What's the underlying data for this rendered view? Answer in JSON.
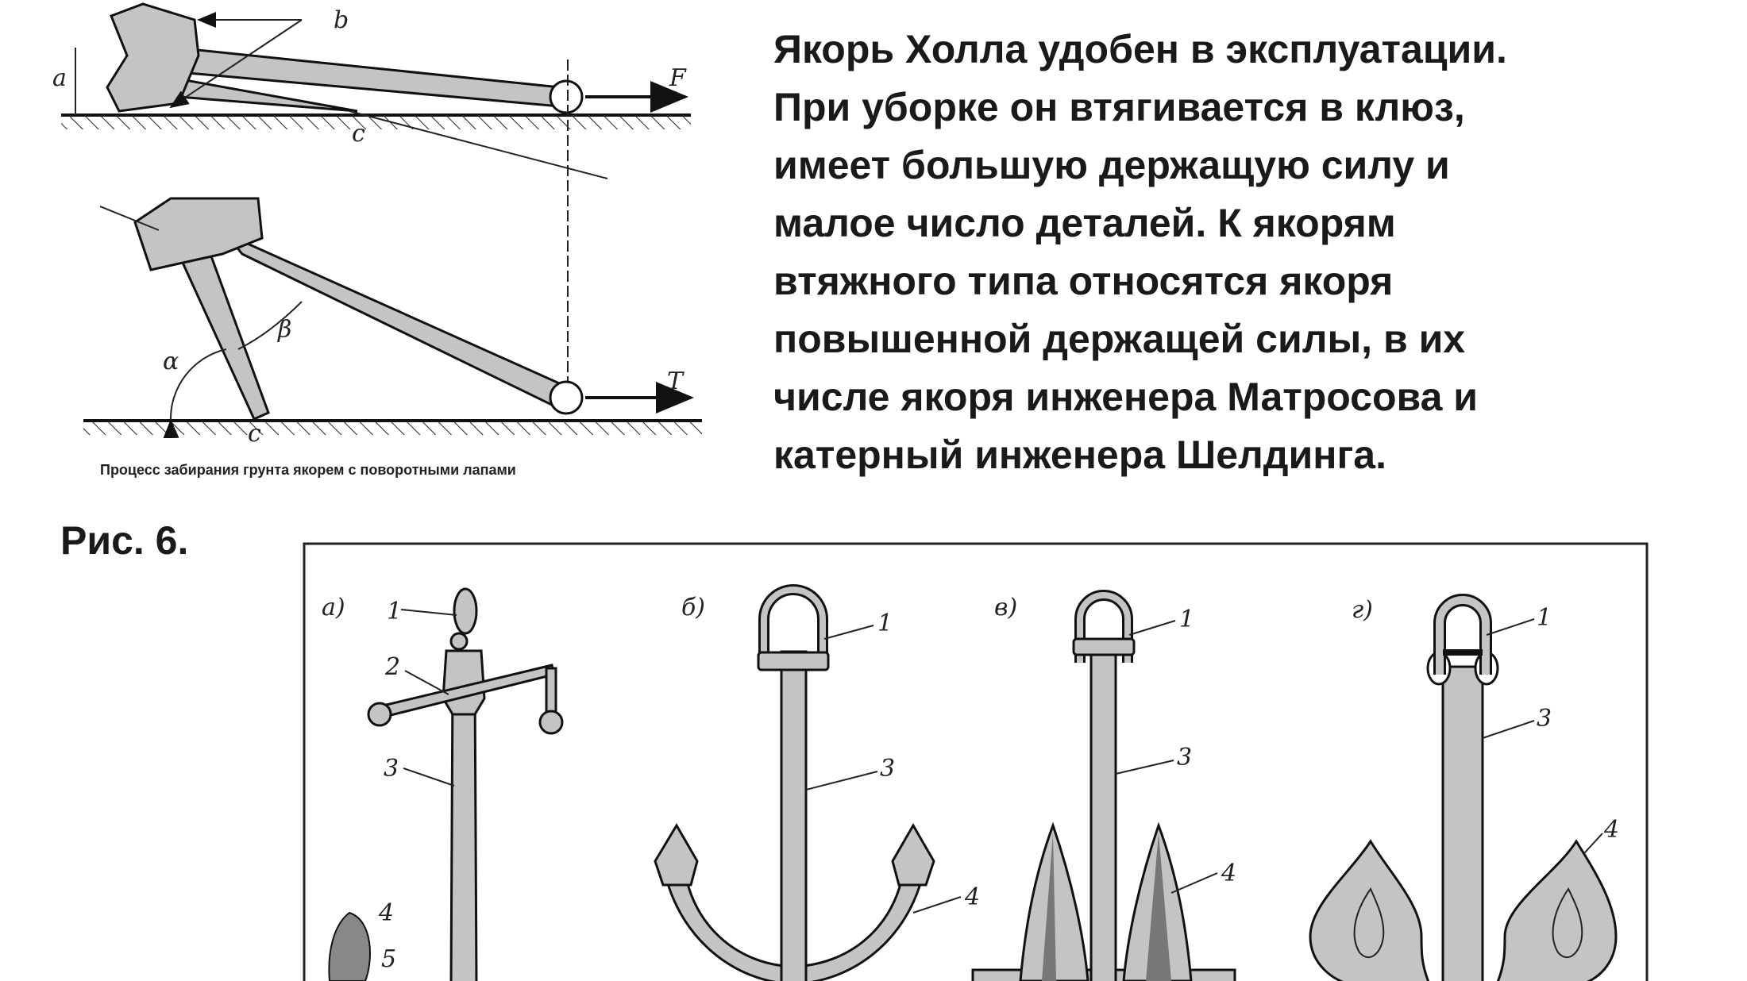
{
  "text_block": {
    "lines": [
      "Якорь Холла удобен в эксплуатации.",
      "При уборке он втягивается в клюз,",
      "имеет большую держащую силу и",
      "малое число деталей. К якорям",
      "втяжного типа относятся якоря",
      "повышенной держащей силы, в их",
      "числе якоря инженера Матросова и",
      "катерный инженера Шелдинга."
    ]
  },
  "figure_label": "Рис. 6.",
  "top_diagram": {
    "caption": "Процесс забирания грунта якорем с поворотными лапами",
    "labels": {
      "b": "b",
      "a": "a",
      "F": "F",
      "c1": "c",
      "alpha": "α",
      "beta": "β",
      "T": "T",
      "c2": "c"
    }
  },
  "anchors": [
    {
      "letter": "а)",
      "parts": [
        "1",
        "2",
        "3",
        "4",
        "5"
      ]
    },
    {
      "letter": "б)",
      "parts": [
        "1",
        "3",
        "4"
      ]
    },
    {
      "letter": "в)",
      "parts": [
        "1",
        "3",
        "4"
      ]
    },
    {
      "letter": "г)",
      "parts": [
        "1",
        "3",
        "4"
      ]
    }
  ]
}
